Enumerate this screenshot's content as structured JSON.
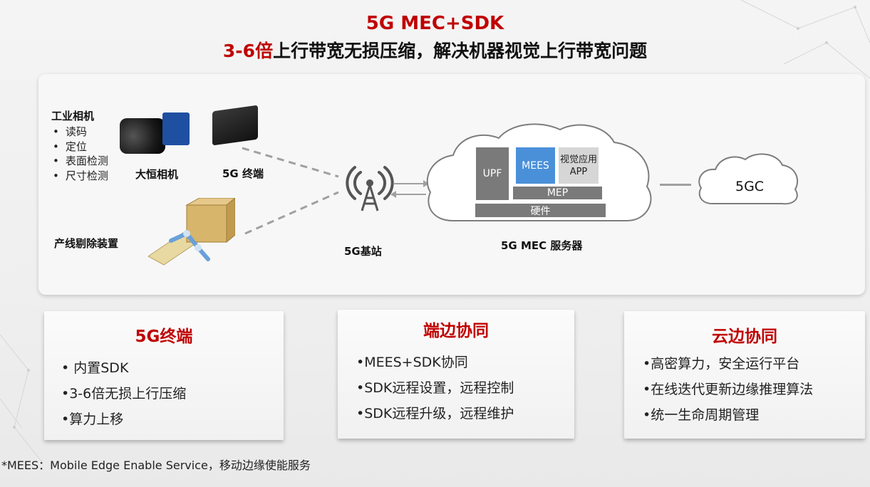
{
  "header": {
    "title": "5G MEC+SDK",
    "subtitle_highlight": "3-6倍",
    "subtitle_rest": "上行带宽无损压缩，解决机器视觉上行带宽问题"
  },
  "diagram": {
    "camera": {
      "heading": "工业相机",
      "uses": [
        "读码",
        "定位",
        "表面检测",
        "尺寸检测"
      ],
      "brand_label": "大恒相机"
    },
    "terminal_label": "5G 终端",
    "reject_device_label": "产线剔除装置",
    "base_station_label": "5G基站",
    "mec_server": {
      "label": "5G MEC 服务器",
      "upf": "UPF",
      "mees": "MEES",
      "app_line1": "视觉应用",
      "app_line2": "APP",
      "mep": "MEP",
      "hardware": "硬件"
    },
    "core_label": "5GC"
  },
  "cards": [
    {
      "title": "5G终端",
      "items": [
        "• 内置SDK",
        "•3-6倍无损上行压缩",
        "•算力上移"
      ]
    },
    {
      "title": "端边协同",
      "items": [
        "•MEES+SDK协同",
        "•SDK远程设置，远程控制",
        "•SDK远程升级，远程维护"
      ]
    },
    {
      "title": "云边协同",
      "items": [
        "•高密算力，安全运行平台",
        "•在线迭代更新边缘推理算法",
        "•统一生命周期管理"
      ]
    }
  ],
  "footnote": "*MEES：Mobile Edge Enable Service，移动边缘使能服务",
  "colors": {
    "accent": "#c00000",
    "mees_blue": "#4a90d9",
    "server_gray": "#7a7a7a"
  }
}
